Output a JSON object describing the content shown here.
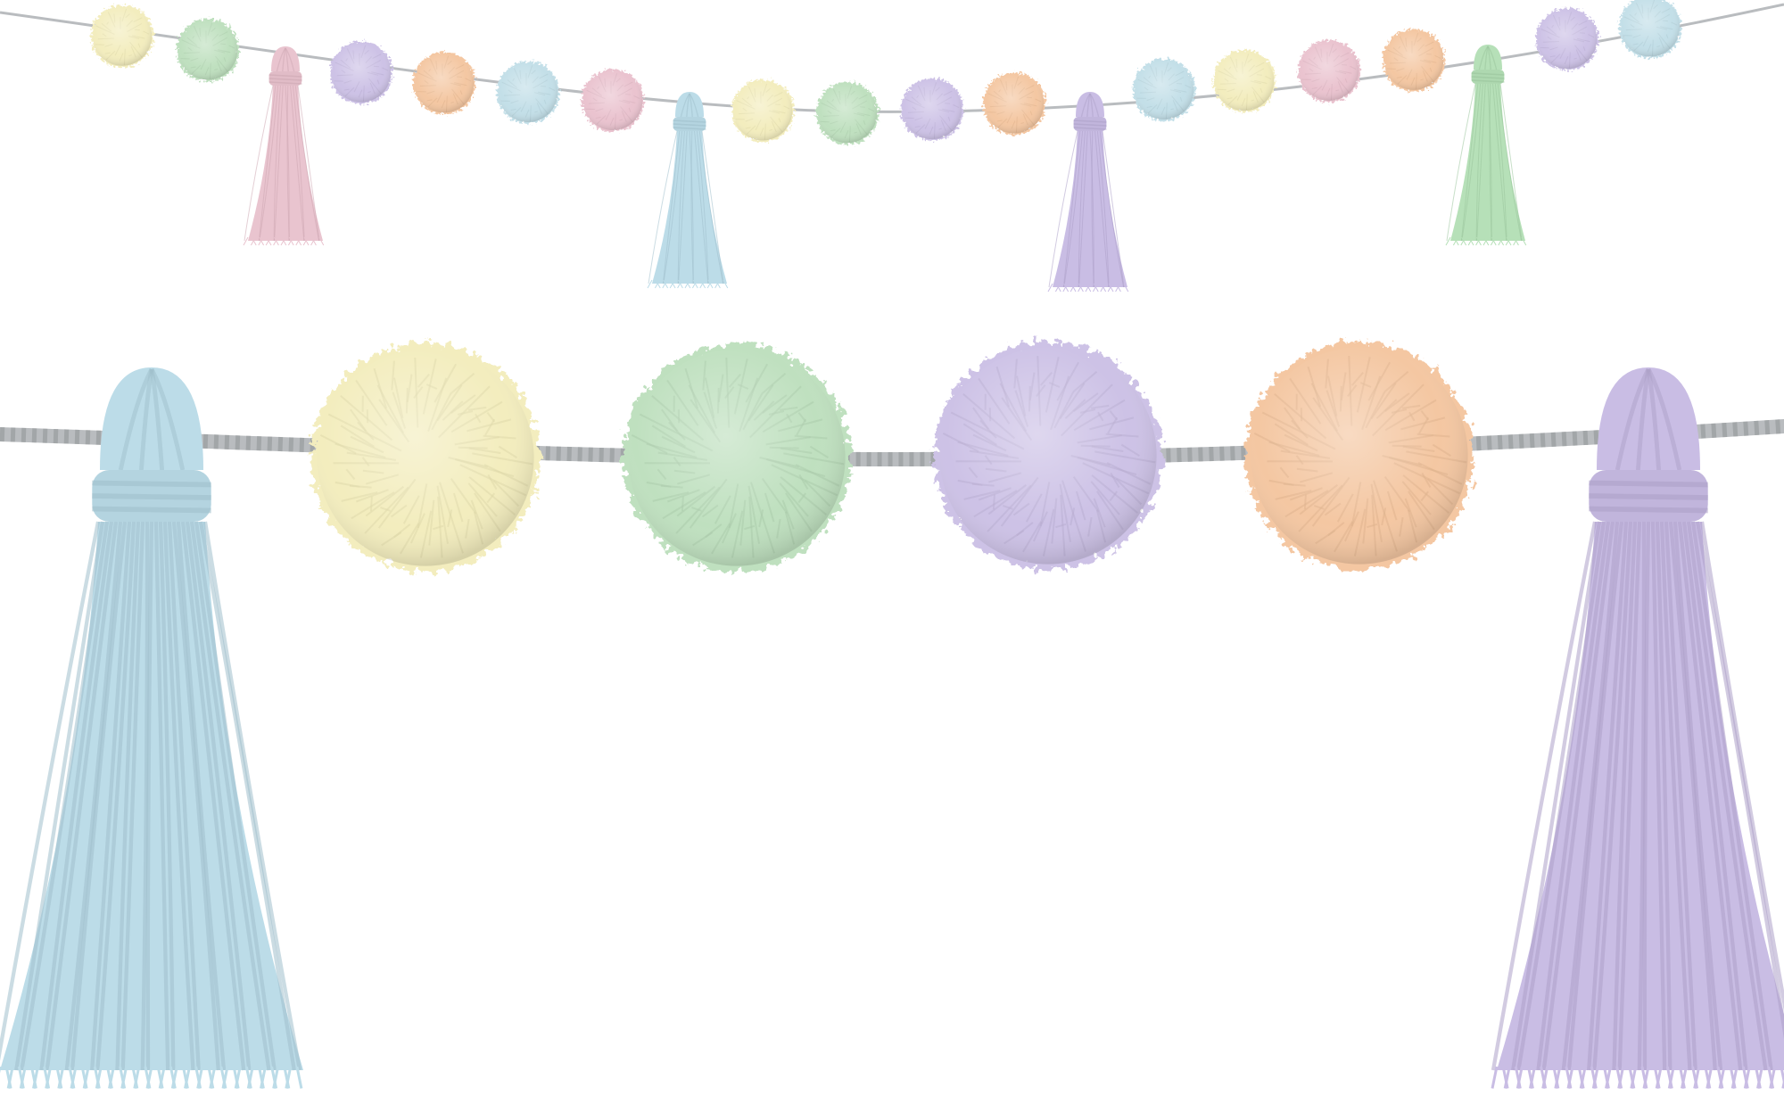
{
  "colors": {
    "background": "#ffffff",
    "cord": "#b9bcbf",
    "cord_dark": "#8f9396",
    "yellow": "#f3edbe",
    "green": "#bfe0bf",
    "lavender": "#cdc2e6",
    "peach": "#f4c7a2",
    "blue": "#c3dfe8",
    "pink": "#eac3cf",
    "tassel_pink": "#e9c4cf",
    "tassel_blue": "#bcdce8",
    "tassel_lavender": "#c9bde4",
    "tassel_green": "#b6e0b8"
  },
  "small_garland": {
    "pompoms": [
      "yellow",
      "green",
      "lavender",
      "peach",
      "blue",
      "pink",
      "yellow",
      "green",
      "lavender",
      "peach",
      "blue",
      "yellow",
      "pink",
      "peach",
      "lavender",
      "blue"
    ],
    "tassels": [
      "tassel_pink",
      "tassel_blue",
      "tassel_lavender",
      "tassel_green"
    ]
  },
  "large_garland": {
    "pompoms": [
      "yellow",
      "green",
      "lavender",
      "peach"
    ],
    "tassels": [
      "tassel_blue",
      "tassel_lavender"
    ]
  }
}
